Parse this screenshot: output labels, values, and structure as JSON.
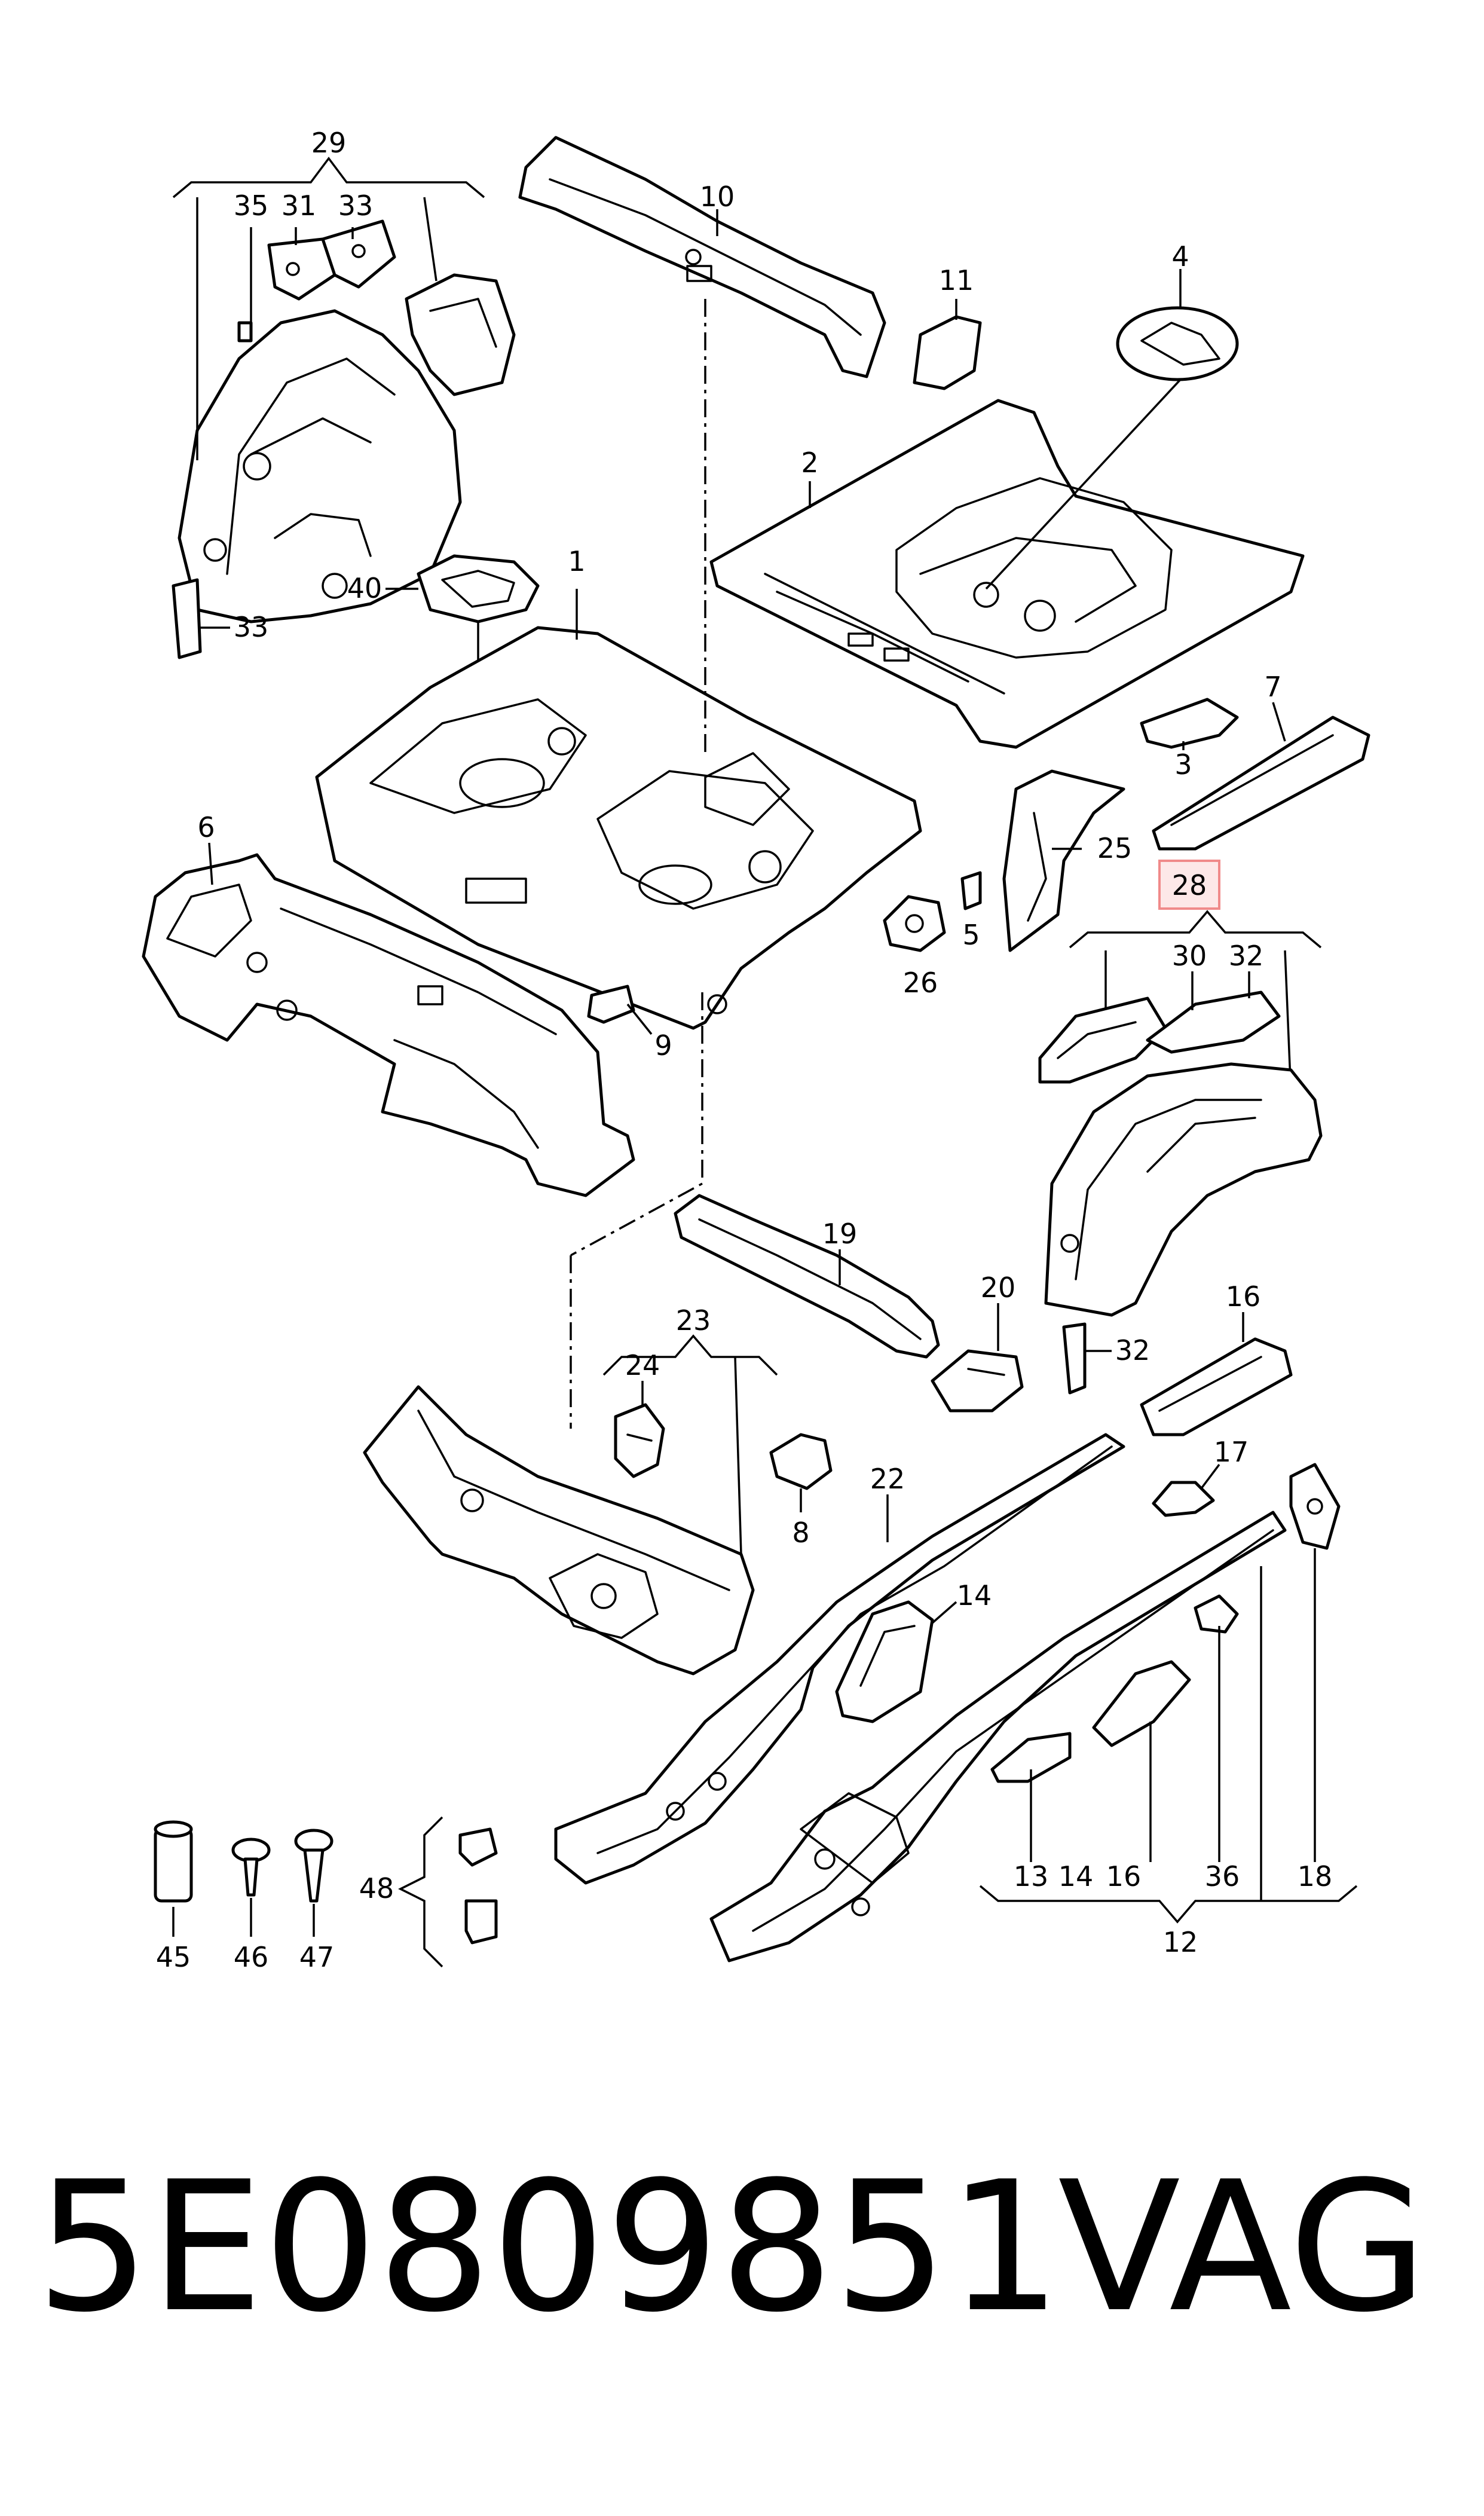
{
  "diagram": {
    "callouts": {
      "c1": "1",
      "c2": "2",
      "c3": "3",
      "c4": "4",
      "c5": "5",
      "c6": "6",
      "c7": "7",
      "c8": "8",
      "c9": "9",
      "c10": "10",
      "c11": "11",
      "c12": "12",
      "c13": "13",
      "c14a": "14",
      "c14b": "14",
      "c16a": "16",
      "c16b": "16",
      "c17": "17",
      "c18": "18",
      "c19": "19",
      "c20": "20",
      "c22": "22",
      "c23": "23",
      "c24": "24",
      "c25": "25",
      "c26": "26",
      "c28": "28",
      "c29": "29",
      "c30": "30",
      "c31": "31",
      "c32a": "32",
      "c32b": "32",
      "c33a": "33",
      "c33b": "33",
      "c35": "35",
      "c36": "36",
      "c40": "40",
      "c45": "45",
      "c46": "46",
      "c47": "47",
      "c48": "48"
    },
    "highlight_color": "#f08a8a",
    "highlight_fill": "#fde8e8"
  },
  "footer": {
    "part_number": "5E0809851",
    "brand": "VAG"
  }
}
